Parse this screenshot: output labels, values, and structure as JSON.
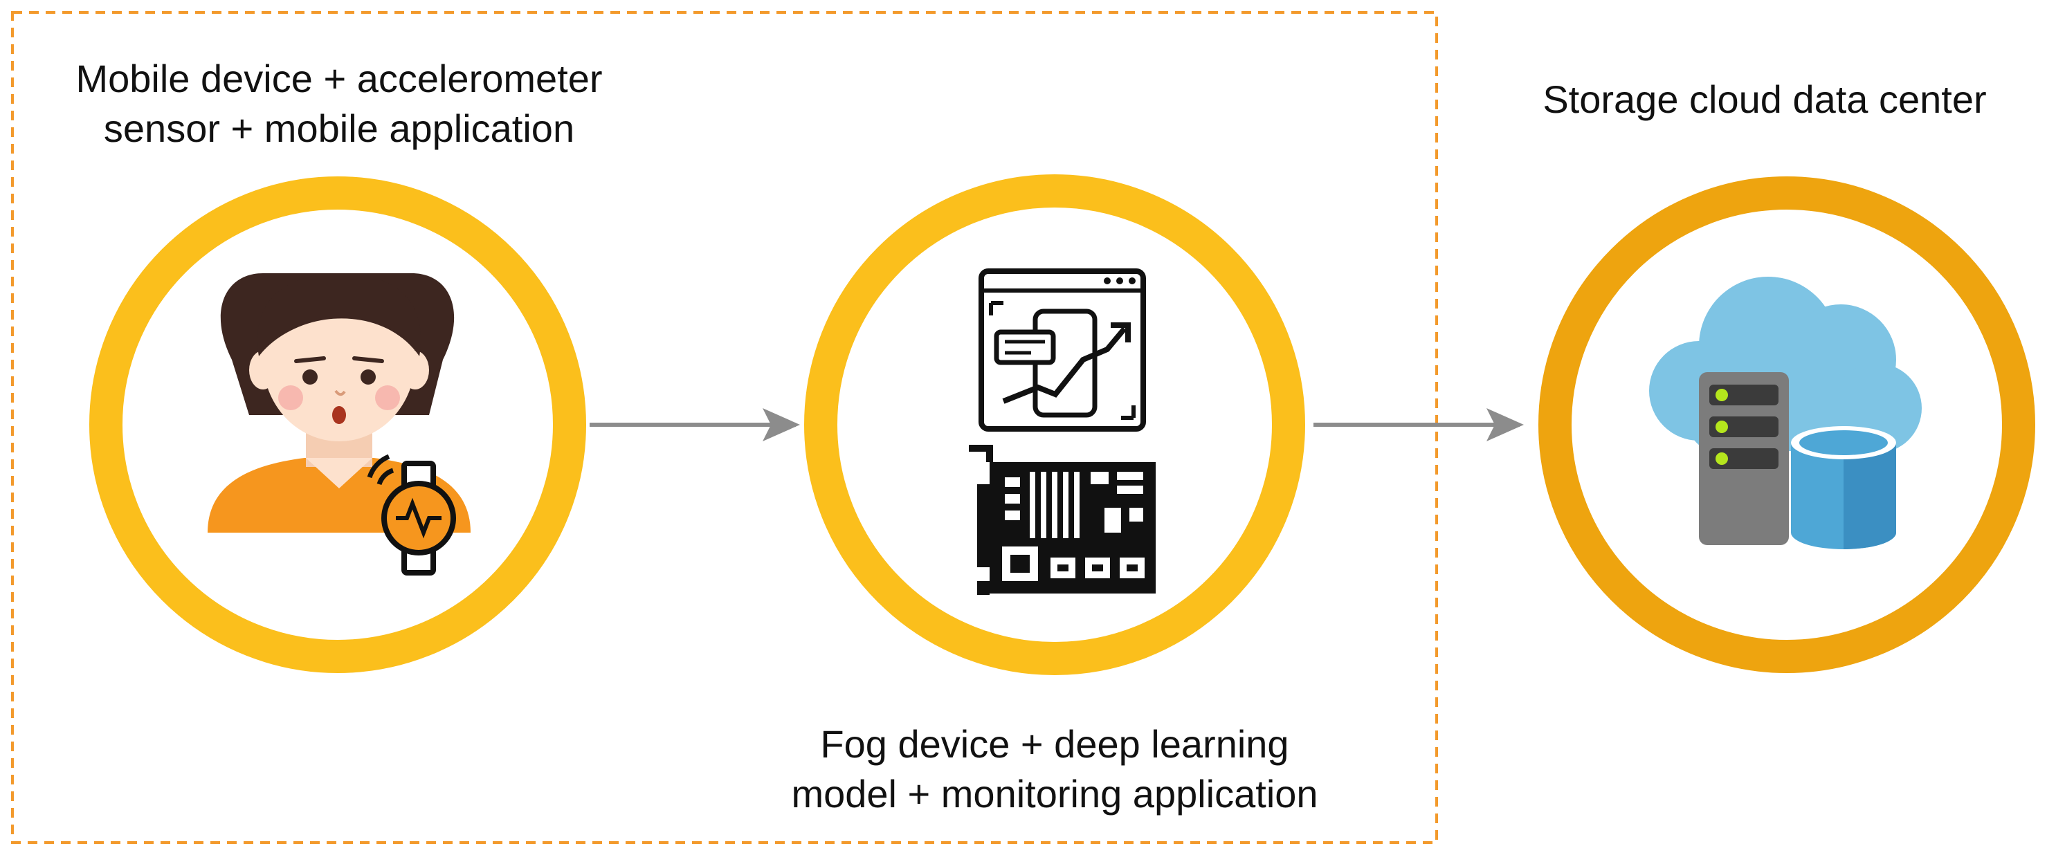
{
  "nodes": {
    "mobile": {
      "label_lines": [
        "Mobile device + accelerometer",
        "sensor + mobile application"
      ],
      "icon": "woman-with-smartwatch-icon"
    },
    "fog": {
      "label_lines": [
        "Fog device + deep learning",
        "model + monitoring application"
      ],
      "icons": [
        "monitoring-dashboard-icon",
        "circuit-board-icon"
      ]
    },
    "cloud": {
      "label_lines": [
        "Storage cloud data center"
      ],
      "icon": "cloud-server-database-icon"
    }
  },
  "edges": [
    {
      "from": "mobile",
      "to": "fog"
    },
    {
      "from": "fog",
      "to": "cloud"
    }
  ],
  "colors": {
    "ring": "#fbbf1c",
    "ring_dark": "#eea40f",
    "group_border": "#f39a2c",
    "arrow": "#8c8c8c",
    "skin": "#fde1cd",
    "hair": "#3d2620",
    "shirt": "#f6961e",
    "cloud": "#7ec4e4",
    "server": "#7c7c7c",
    "database": "#4ea7d6"
  }
}
